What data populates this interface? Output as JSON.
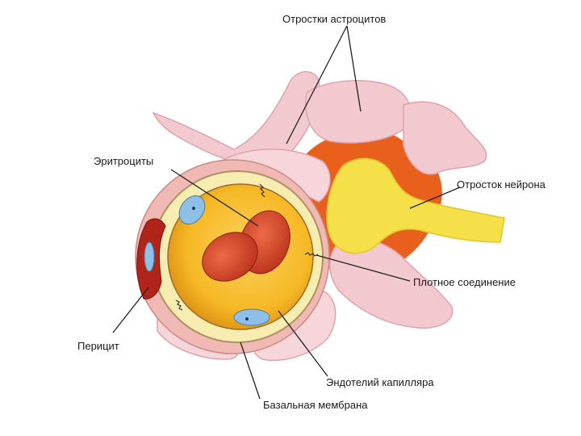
{
  "labels": {
    "astrocyte_processes": "Отростки астроцитов",
    "erythrocytes": "Эритроциты",
    "neuron_process": "Отросток нейрона",
    "tight_junction": "Плотное соединение",
    "pericyte": "Перицит",
    "capillary_endothelium": "Эндотелий капилляра",
    "basement_membrane": "Базальная мембрана"
  },
  "colors": {
    "astrocyte": "#f2c9cf",
    "astrocyte_shadow": "#e0a3ad",
    "neuron": "#f5e04a",
    "neuron_base": "#e8601c",
    "basement_membrane": "#f7edb0",
    "lumen": "#f6b825",
    "erythrocyte": "#d9452a",
    "endothelial_nucleus": "#8ebfe6",
    "pericyte": "#b0241a"
  }
}
